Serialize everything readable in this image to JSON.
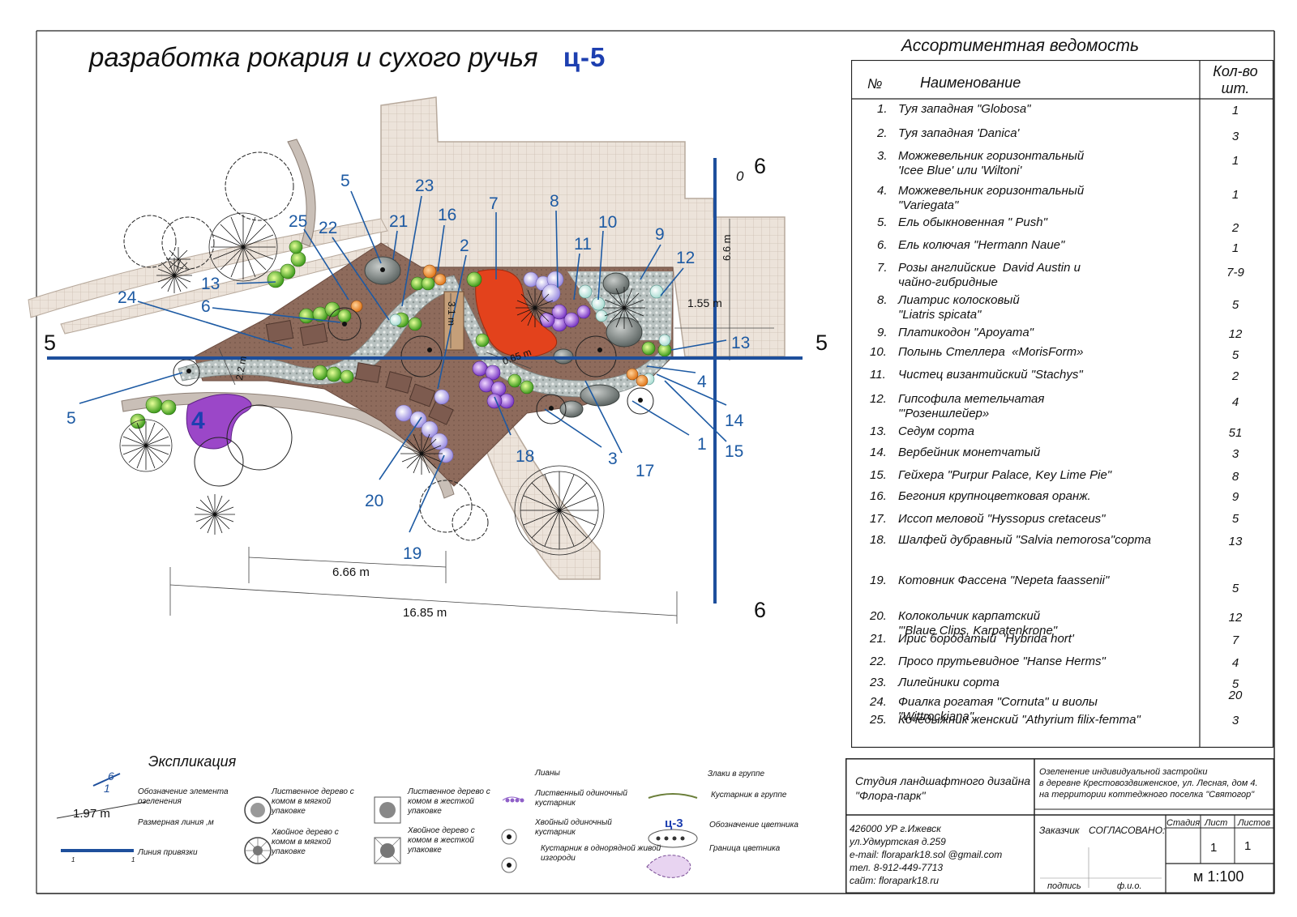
{
  "title": "разработка рокария и сухого ручья",
  "title_code": "ц-5",
  "table": {
    "title": "Ассортиментная ведомость",
    "col_no": "№",
    "col_name": "Наименование",
    "col_qty": "Кол-во шт.",
    "rows": [
      {
        "no": "1.",
        "name": "Туя западная \"Globosa\"",
        "qty": "1"
      },
      {
        "no": "2.",
        "name": "Туя западная 'Danica'",
        "qty": "3"
      },
      {
        "no": "3.",
        "name": "Можжевельник горизонтальный\n'Icee Blue' или 'Wiltoni'",
        "qty": "1"
      },
      {
        "no": "4.",
        "name": "Можжевельник горизонтальный\n\"Variegata\"",
        "qty": "1"
      },
      {
        "no": "5.",
        "name": "Ель обыкновенная \" Push\"",
        "qty": "2"
      },
      {
        "no": "6.",
        "name": "Ель колючая \"Hermann Naue\"",
        "qty": "1"
      },
      {
        "no": "7.",
        "name": "Розы английские  David Austin и\nчайно-гибридные",
        "qty": "7-9"
      },
      {
        "no": "8.",
        "name": "Лиатрис колосковый\n\"Liatris spicata\"",
        "qty": "5"
      },
      {
        "no": "9.",
        "name": "Платикодон \"Apoyama\"",
        "qty": "12"
      },
      {
        "no": "10.",
        "name": "Полынь Стеллера  «MorisForm»",
        "qty": "5"
      },
      {
        "no": "11.",
        "name": "Чистец византийский \"Stachys\"",
        "qty": "2"
      },
      {
        "no": "12.",
        "name": "Гипсофила метельчатая\n\"'Розеншлейер»",
        "qty": "4"
      },
      {
        "no": "13.",
        "name": "Седум сорта",
        "qty": "51"
      },
      {
        "no": "14.",
        "name": "Вербейник монетчатый",
        "qty": "3"
      },
      {
        "no": "15.",
        "name": "Гейхера \"Purpur Palace, Key Lime Pie\"",
        "qty": "8"
      },
      {
        "no": "16.",
        "name": "Бегония крупноцветковая оранж.",
        "qty": "9"
      },
      {
        "no": "17.",
        "name": "Иссоп меловой \"Hyssopus cretaceus\"",
        "qty": "5"
      },
      {
        "no": "18.",
        "name": "Шалфей дубравный \"Salvia nemorosa\"сорта",
        "qty": "13"
      },
      {
        "no": "19.",
        "name": "Котовник Фассена \"Nepeta faassenii\"",
        "qty": "5"
      },
      {
        "no": "20.",
        "name": "Колокольчик карпатский\n\"'Blaue Clips, Karpatenkrone\"",
        "qty": "12"
      },
      {
        "no": "21.",
        "name": "Ирис бородатый  'Hybrida hort'",
        "qty": "7"
      },
      {
        "no": "22.",
        "name": "Просо прутьевидное \"Hanse Herms\"",
        "qty": "4"
      },
      {
        "no": "23.",
        "name": "Лилейники сорта",
        "qty": "5"
      },
      {
        "no": "24.",
        "name": "Фиалка рогатая \"Cornuta\" и виолы\n\"Wittrockiana\"",
        "qty": "20"
      },
      {
        "no": "25.",
        "name": "Кочедыжник женский \"Athyrium filix-femma\"",
        "qty": "3"
      }
    ]
  },
  "plan": {
    "callouts": [
      "5",
      "23",
      "21",
      "16",
      "7",
      "8",
      "10",
      "25",
      "22",
      "2",
      "11",
      "9",
      "12",
      "13",
      "24",
      "6",
      "13",
      "4",
      "5",
      "4",
      "14",
      "1",
      "15",
      "17",
      "3",
      "18",
      "20",
      "19"
    ],
    "section_marks": {
      "left": "5",
      "right": "5",
      "top": "6",
      "bottom": "6",
      "zero": "0"
    },
    "dimensions": {
      "d_666": "6.66 m",
      "d_1685": "16.85 m",
      "d_155": "1.55 m",
      "d_66": "6.6 m",
      "d_31": "3.1 m",
      "d_065": "0.65 m",
      "d_22": "2.2 m"
    },
    "colors": {
      "section_line": "#1e4f9c",
      "paving": "#e9dfd5",
      "soil": "#8b6a5c",
      "rose_bed": "#e3421c",
      "juniper_bed": "#9b47c8",
      "callout": "#1d5aa3"
    }
  },
  "legend": {
    "title": "Экспликация",
    "element_mark": {
      "top": "6",
      "bottom": "1",
      "label": "Обозначение элемента озеленения"
    },
    "dim_value": "1.97 m",
    "dim_label": "Размерная линия ,м",
    "bind_line_label": "Линия привязки",
    "bind_line_ends": [
      "1",
      "1"
    ],
    "decid_soft": "Лиственное дерево с комом в мягкой упаковке",
    "conif_soft": "Хвойное дерево с комом в мягкой упаковке",
    "decid_hard": "Лиственное дерево с комом в жесткой упаковке",
    "conif_hard": "Хвойное дерево с комом в жесткой упаковке",
    "lianas": "Лианы",
    "decid_shrub": "Лиственный одиночный кустарник",
    "conif_shrub": "Хвойный одиночный кустарник",
    "hedge": "Кустарник в однорядной живой изгороди",
    "grass_group": "Злаки в группе",
    "shrub_group": "Кустарник в группе",
    "bed_code": "ц-3",
    "bed_code_label": "Обозначение цветника",
    "bed_border": "Граница цветника"
  },
  "stamp": {
    "studio": "Студия ландшафтного дизайна\n\"Флора-парк\"",
    "project": "Озеленение индивидуальной застройки\nв деревне Крестовоздвиженское, ул. Лесная, дом 4.\nна территории коттеджного поселка \"Святогор\"",
    "address": "426000 УР г.Ижевск\nул.Удмуртская д.259\ne-mail: florapark18.sol @gmail.com\nтел. 8-912-449-7713\nсайт: florapark18.ru",
    "customer": "Заказчик",
    "agreed": "СОГЛАСОВАНО:",
    "sign": "подпись",
    "fio": "ф.и.о.",
    "stage": "Стадия",
    "sheet": "Лист",
    "sheets": "Листов",
    "sheet_no": "1",
    "sheets_no": "1",
    "scale": "м 1:100"
  }
}
